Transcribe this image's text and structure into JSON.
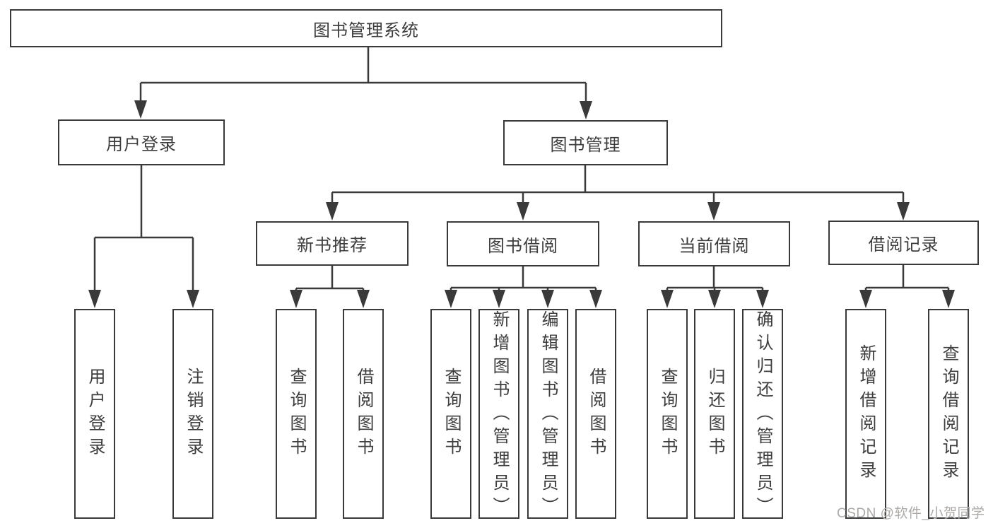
{
  "diagram": {
    "root": {
      "label": "图书管理系统"
    },
    "level2": [
      {
        "label": "用户登录",
        "parent": "图书管理系统"
      },
      {
        "label": "图书管理",
        "parent": "图书管理系统"
      }
    ],
    "level3": [
      {
        "label": "新书推荐",
        "parent": "图书管理"
      },
      {
        "label": "图书借阅",
        "parent": "图书管理"
      },
      {
        "label": "当前借阅",
        "parent": "图书管理"
      },
      {
        "label": "借阅记录",
        "parent": "图书管理"
      }
    ],
    "leaves": [
      {
        "label": "用户登录",
        "parent": "用户登录"
      },
      {
        "label": "注销登录",
        "parent": "用户登录"
      },
      {
        "label": "查询图书",
        "parent": "新书推荐"
      },
      {
        "label": "借阅图书",
        "parent": "新书推荐"
      },
      {
        "label": "查询图书",
        "parent": "图书借阅"
      },
      {
        "label": "新增图书（管理员）",
        "parent": "图书借阅"
      },
      {
        "label": "编辑图书（管理员）",
        "parent": "图书借阅"
      },
      {
        "label": "借阅图书",
        "parent": "图书借阅"
      },
      {
        "label": "查询图书",
        "parent": "当前借阅"
      },
      {
        "label": "归还图书",
        "parent": "当前借阅"
      },
      {
        "label": "确认归还（管理员）",
        "parent": "当前借阅"
      },
      {
        "label": "新增借阅记录",
        "parent": "借阅记录"
      },
      {
        "label": "查询借阅记录",
        "parent": "借阅记录"
      }
    ]
  },
  "watermark": {
    "text": "CSDN @软件_小贺同学"
  },
  "colors": {
    "line": "#3a3a3a",
    "text": "#3d3d3d",
    "background": "#ffffff",
    "watermark": "#aca9a7"
  }
}
